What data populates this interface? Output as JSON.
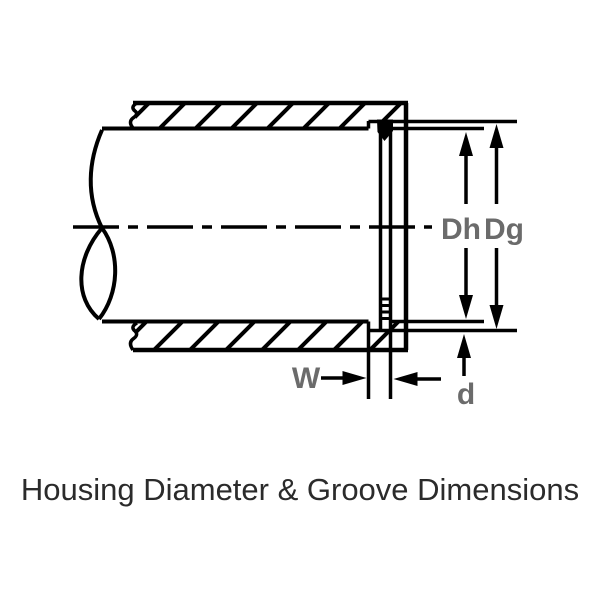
{
  "diagram": {
    "title": "Housing Diameter & Groove Dimensions",
    "labels": {
      "housing_diameter": "Dh",
      "groove_diameter": "Dg",
      "groove_width": "W",
      "groove_depth": "d"
    },
    "colors": {
      "line": "#000000",
      "dimension_label": "#6b6b6b",
      "title": "#2b2b2b",
      "background": "#ffffff"
    }
  }
}
